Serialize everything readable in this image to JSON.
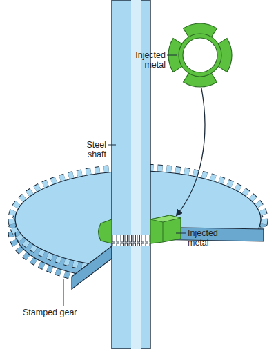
{
  "diagram": {
    "labels": [
      "Injected metal",
      "Steel shaft",
      "Injected metal",
      "Stamped gear"
    ]
  }
}
